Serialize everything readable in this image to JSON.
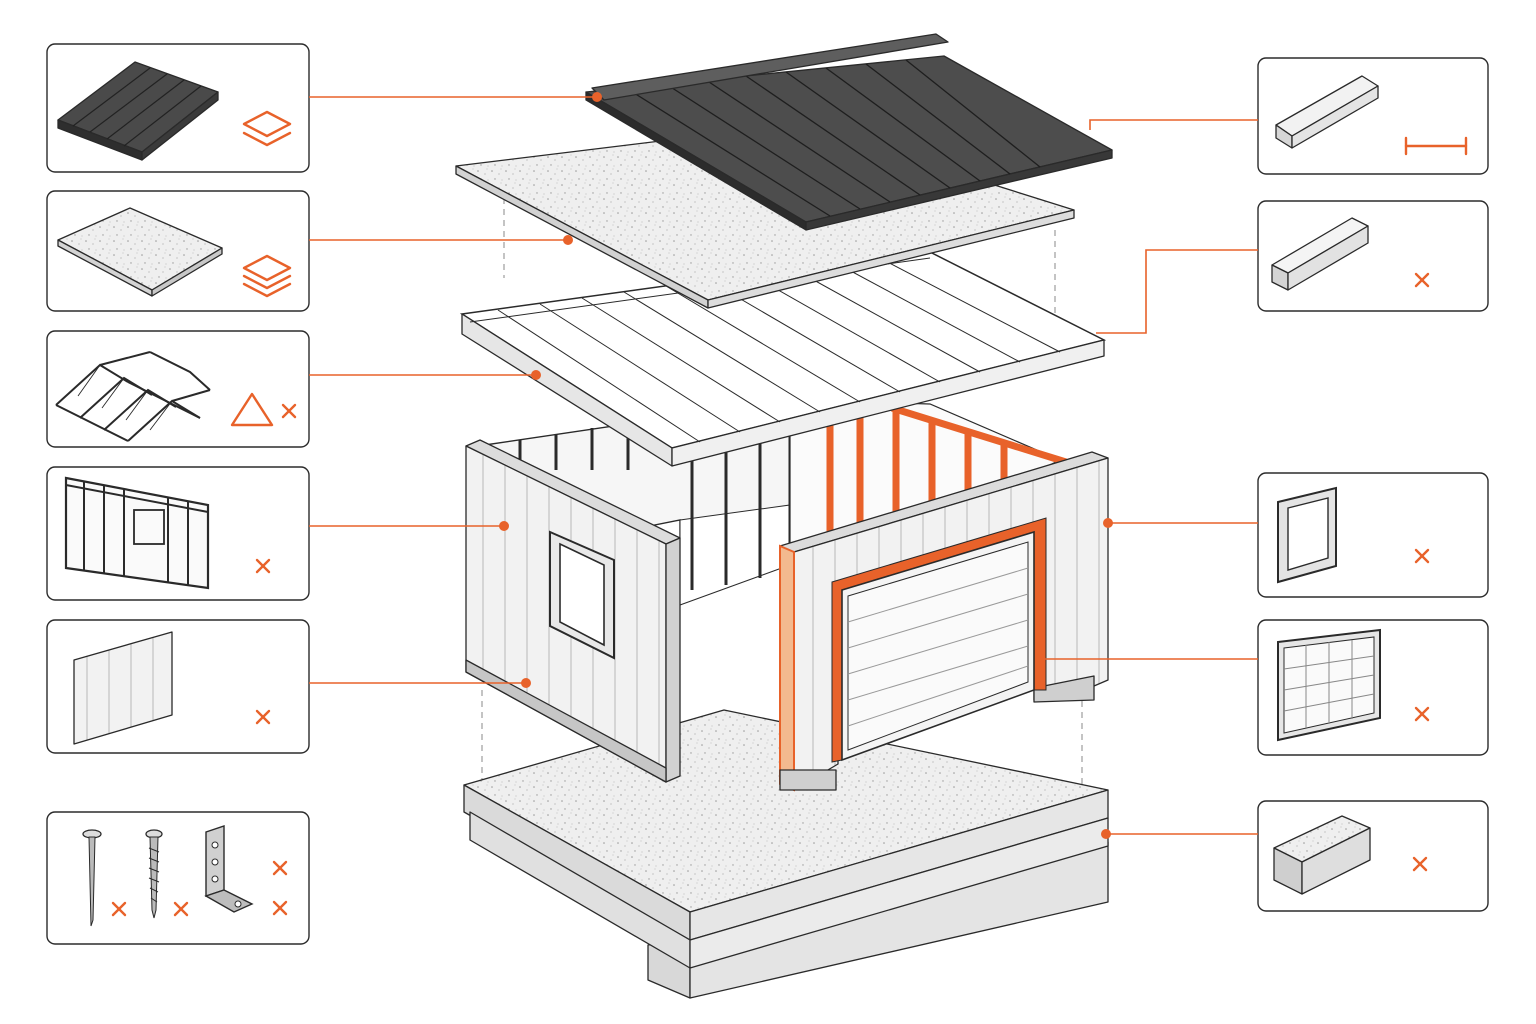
{
  "colors": {
    "accent": "#e8622a",
    "ink": "#2a2a2a",
    "metal_dark": "#4a4a4a",
    "panel_light": "#efefef",
    "board_speckle": "#d9d9d9",
    "background": "#ffffff"
  },
  "cards_left": [
    {
      "name": "card-metal-roof-panel",
      "icons": [
        "layers-icon"
      ]
    },
    {
      "name": "card-roof-sheathing",
      "icons": [
        "layers-stack-icon"
      ]
    },
    {
      "name": "card-roof-trusses",
      "icons": [
        "triangle-icon",
        "x-icon"
      ]
    },
    {
      "name": "card-wall-framing",
      "icons": [
        "x-icon"
      ]
    },
    {
      "name": "card-siding-panel",
      "icons": [
        "x-icon"
      ]
    },
    {
      "name": "card-fasteners",
      "icons": [
        "x-icon",
        "x-icon",
        "x-icon",
        "x-icon"
      ]
    }
  ],
  "cards_right": [
    {
      "name": "card-ridge-cap",
      "icons": [
        "dimension-icon"
      ]
    },
    {
      "name": "card-header-beam",
      "icons": [
        "x-icon"
      ]
    },
    {
      "name": "card-window",
      "icons": [
        "x-icon"
      ]
    },
    {
      "name": "card-garage-door",
      "icons": [
        "x-icon"
      ]
    },
    {
      "name": "card-concrete-block",
      "icons": [
        "x-icon"
      ]
    }
  ]
}
